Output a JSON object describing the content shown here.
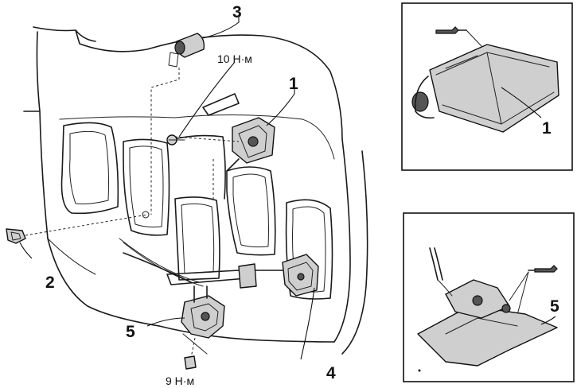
{
  "callouts": {
    "main_1": "1",
    "main_2": "2",
    "main_3": "3",
    "main_4": "4",
    "main_5": "5",
    "inset_top_1": "1",
    "inset_bottom_5": "5"
  },
  "torques": {
    "upper": "10 Н·м",
    "lower": "9 Н·м"
  },
  "icons": {
    "grease_gun_top": "grease-gun-icon",
    "grease_gun_bottom": "grease-gun-icon"
  }
}
